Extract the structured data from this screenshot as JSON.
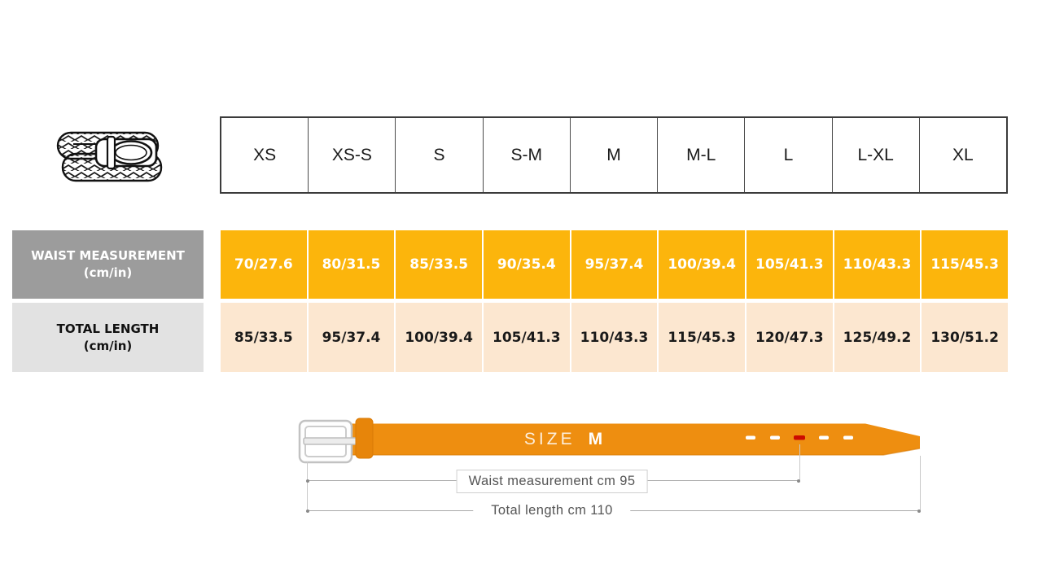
{
  "sizes": [
    "XS",
    "XS-S",
    "S",
    "S-M",
    "M",
    "M-L",
    "L",
    "L-XL",
    "XL"
  ],
  "rows": [
    {
      "label": "WAIST MEASUREMENT",
      "unit": "(cm/in)",
      "values": [
        "70/27.6",
        "80/31.5",
        "85/33.5",
        "90/35.4",
        "95/37.4",
        "100/39.4",
        "105/41.3",
        "110/43.3",
        "115/45.3"
      ]
    },
    {
      "label": "TOTAL LENGTH",
      "unit": "(cm/in)",
      "values": [
        "85/33.5",
        "95/37.4",
        "100/39.4",
        "105/41.3",
        "110/43.3",
        "115/45.3",
        "120/47.3",
        "125/49.2",
        "130/51.2"
      ]
    }
  ],
  "belt_diagram": {
    "size_word": "SIZE",
    "size_value": "M",
    "waist_annotation": "Waist measurement cm 95",
    "length_annotation": "Total length cm 110"
  },
  "icons": {
    "product_icon": "braided-belt-illustration"
  },
  "colors": {
    "waist_cell_bg": "#FCB50C",
    "waist_cell_text": "#FFFFFF",
    "length_cell_bg": "#FCE7D0",
    "length_cell_text": "#1A1A1A",
    "waist_label_bg": "#9C9C9C",
    "length_label_bg": "#E2E2E2",
    "belt_strap": "#EE8E10",
    "belt_keeper": "#E7850A",
    "hole_highlight_red": "#CC0B00",
    "dimension_line": "#A9A9A9",
    "annotation_text": "#555555"
  },
  "chart_data": {
    "type": "table",
    "columns": [
      "Size",
      "XS",
      "XS-S",
      "S",
      "S-M",
      "M",
      "M-L",
      "L",
      "L-XL",
      "XL"
    ],
    "rows": [
      [
        "WAIST MEASUREMENT (cm/in)",
        "70/27.6",
        "80/31.5",
        "85/33.5",
        "90/35.4",
        "95/37.4",
        "100/39.4",
        "105/41.3",
        "110/43.3",
        "115/45.3"
      ],
      [
        "TOTAL LENGTH (cm/in)",
        "85/33.5",
        "95/37.4",
        "100/39.4",
        "105/41.3",
        "110/43.3",
        "115/45.3",
        "120/47.3",
        "125/49.2",
        "130/51.2"
      ]
    ],
    "title": "Belt size chart",
    "annotations": [
      "Waist measurement cm 95",
      "Total length cm 110",
      "SIZE M"
    ]
  }
}
